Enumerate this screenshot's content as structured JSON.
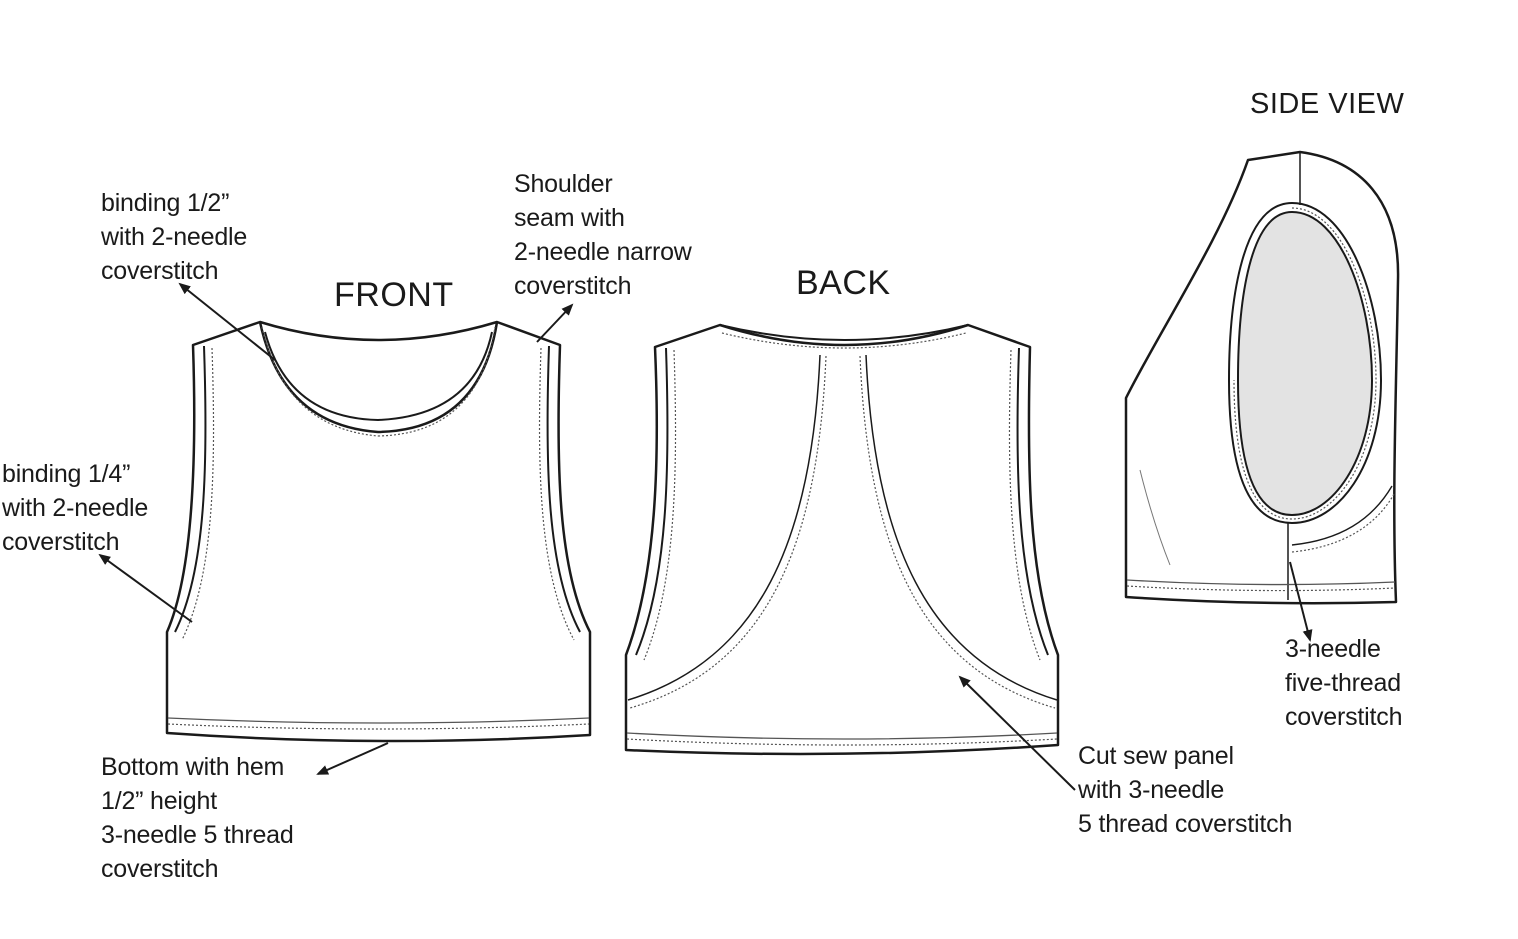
{
  "views": {
    "front": "FRONT",
    "back": "BACK",
    "side": "SIDE VIEW"
  },
  "callouts": {
    "neck_binding": [
      "binding 1/2”",
      "with 2-needle",
      "coverstitch"
    ],
    "shoulder_seam": [
      "Shoulder",
      "seam with",
      "2-needle narrow",
      "coverstitch"
    ],
    "armhole_binding": [
      "binding 1/4”",
      "with 2-needle",
      "coverstitch"
    ],
    "bottom_hem": [
      "Bottom with hem",
      "1/2” height",
      "3-needle 5 thread",
      "coverstitch"
    ],
    "cut_sew_panel": [
      "Cut sew panel",
      "with 3-needle",
      "5 thread coverstitch"
    ],
    "side_seam": [
      "3-needle",
      "five-thread",
      "coverstitch"
    ]
  },
  "colors": {
    "line": "#1a1a1a",
    "stitch": "#555555",
    "inner_back": "#cfcfcf",
    "armhole_fill": "#e3e3e3"
  }
}
